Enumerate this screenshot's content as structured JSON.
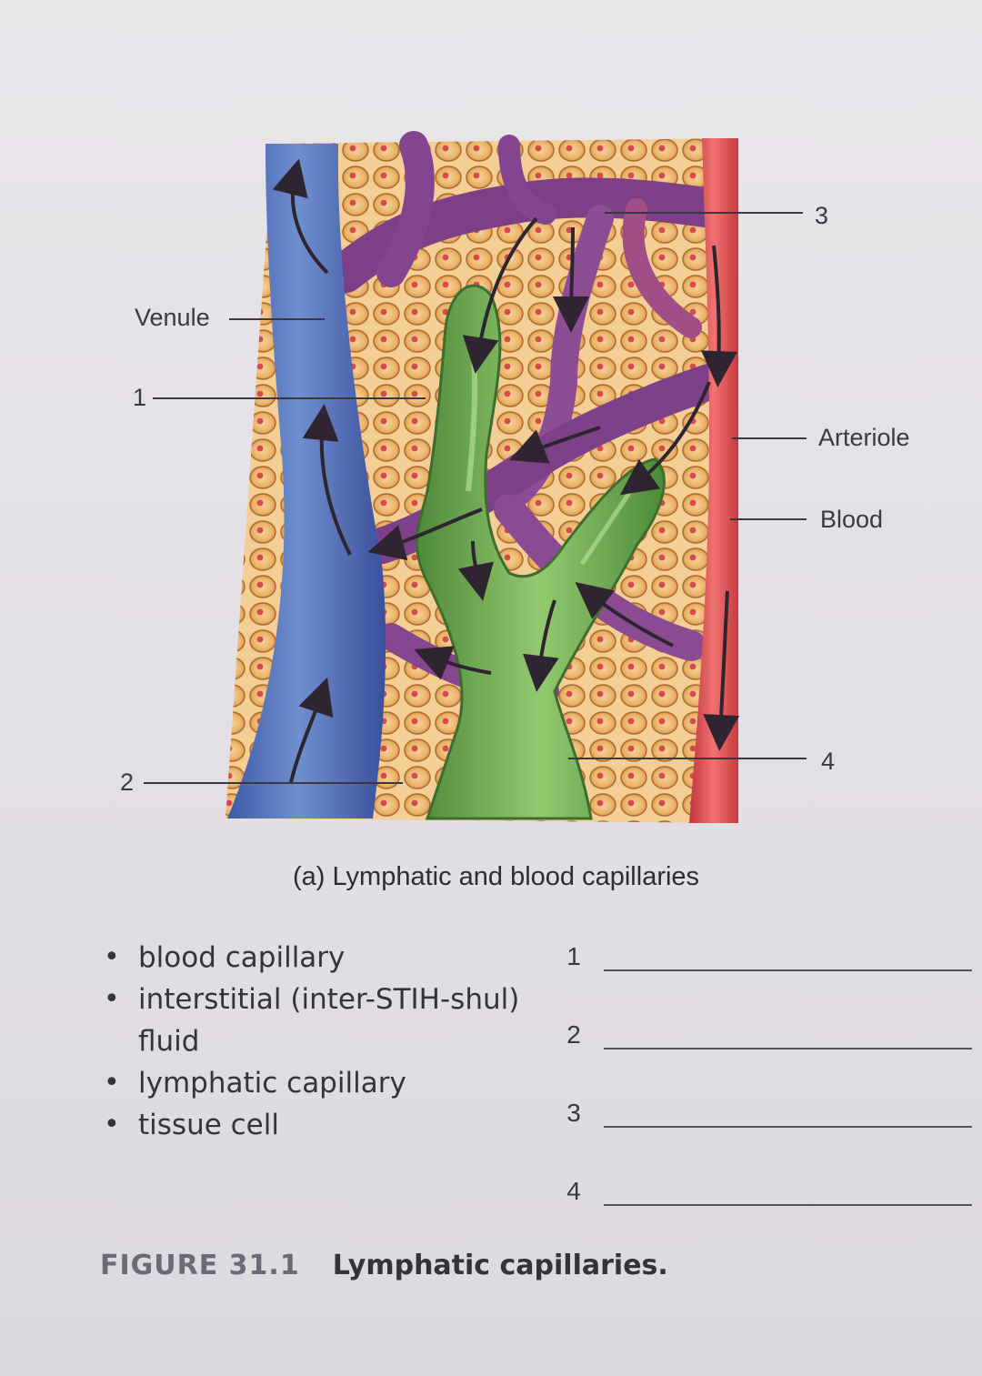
{
  "diagram": {
    "labels": {
      "venule": "Venule",
      "one": "1",
      "two": "2",
      "three": "3",
      "four": "4",
      "arteriole": "Arteriole",
      "blood": "Blood"
    },
    "caption": "(a) Lymphatic and blood capillaries",
    "colors": {
      "venule": "#4a67b0",
      "arteriole": "#d94a4f",
      "capillary": "#8a4a8f",
      "lymphatic": "#6aa84f",
      "tissue": "#e9b56a"
    }
  },
  "terms": [
    "blood capillary",
    "interstitial (inter-STIH-shul) fluid",
    "lymphatic capillary",
    "tissue cell"
  ],
  "answers": [
    "1",
    "2",
    "3",
    "4"
  ],
  "figure": {
    "number": "FIGURE 31.1",
    "title": "Lymphatic capillaries."
  }
}
